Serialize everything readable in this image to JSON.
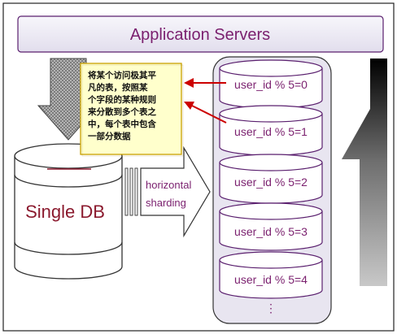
{
  "banner": {
    "title": "Application Servers"
  },
  "single_db": {
    "label": "Single DB"
  },
  "sharding_arrow": {
    "label_line1": "horizontal",
    "label_line2": "sharding"
  },
  "note": {
    "lines": [
      "将某个访问极其平",
      "凡的表，按照某",
      "个字段的某种规则",
      "来分散到多个表之",
      "中，每个表中包含",
      "一部分数据"
    ]
  },
  "shards": [
    "user_id % 5=0",
    "user_id % 5=1",
    "user_id % 5=2",
    "user_id % 5=3",
    "user_id % 5=4"
  ],
  "shards_more": "⋮",
  "colors": {
    "border": "#5a1f6e",
    "text_purple": "#7a1f6e",
    "db_text": "#8b1a2e",
    "note_bg": "#ffffcc",
    "note_border": "#c8a000",
    "pointer_red": "#cc0000",
    "banner_bg": "#f0eef7",
    "container_bg": "#e8e5f0"
  }
}
